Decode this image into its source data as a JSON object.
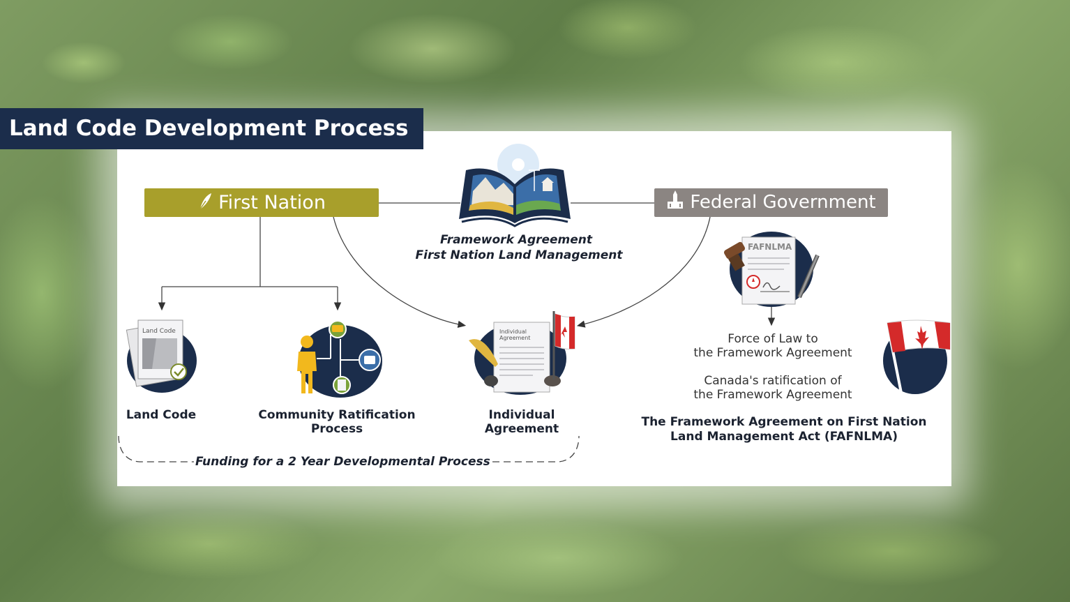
{
  "title": "Land Code Development Process",
  "first_nation": {
    "label": "First Nation",
    "icon": "feather-icon",
    "color": "#a89f2b"
  },
  "federal_government": {
    "label": "Federal Government",
    "icon": "parliament-icon",
    "color": "#8b8582"
  },
  "framework_agreement": {
    "line1": "Framework Agreement",
    "line2": "First Nation Land Management"
  },
  "land_code": {
    "label": "Land Code",
    "doc_title": "Land Code"
  },
  "community_ratification": {
    "line1": "Community Ratification",
    "line2": "Process"
  },
  "individual_agreement": {
    "line1": "Individual",
    "line2": "Agreement",
    "doc_title_line1": "Individual",
    "doc_title_line2": "Agreement"
  },
  "funding": "Funding for a 2 Year Developmental Process",
  "fafnlma_doc": "FAFNLMA",
  "force_of_law": {
    "line1": "Force of Law to",
    "line2": "the Framework Agreement"
  },
  "ratification": {
    "line1": "Canada's ratification of",
    "line2": "the Framework Agreement"
  },
  "act": {
    "line1": "The Framework Agreement on First Nation",
    "line2": "Land Management Act (FAFNLMA)"
  },
  "colors": {
    "navy": "#1b2d4b",
    "olive": "#a89f2b",
    "grey": "#8b8582",
    "red": "#d42a2a"
  }
}
